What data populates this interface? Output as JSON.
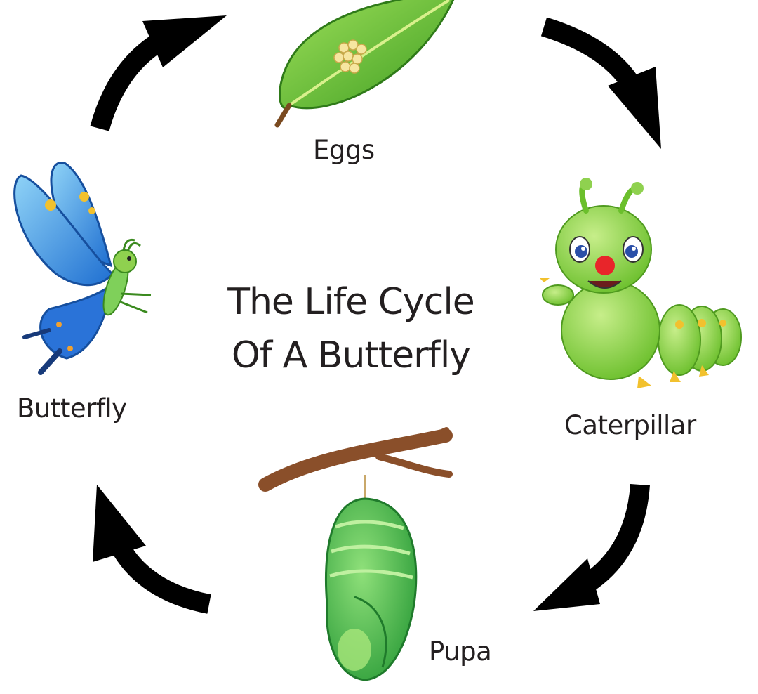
{
  "title": {
    "line1": "The Life Cycle",
    "line2": "Of A Butterfly"
  },
  "stages": {
    "eggs": "Eggs",
    "caterpillar": "Caterpillar",
    "pupa": "Pupa",
    "butterfly": "Butterfly"
  },
  "colors": {
    "background": "#ffffff",
    "text": "#231f20",
    "arrow": "#000000",
    "leaf": "#6cc531",
    "caterpillar": "#8fd14f",
    "pupa": "#4cb84a",
    "butterfly_wing": "#3fa3e6",
    "branch": "#8a4f2a"
  }
}
